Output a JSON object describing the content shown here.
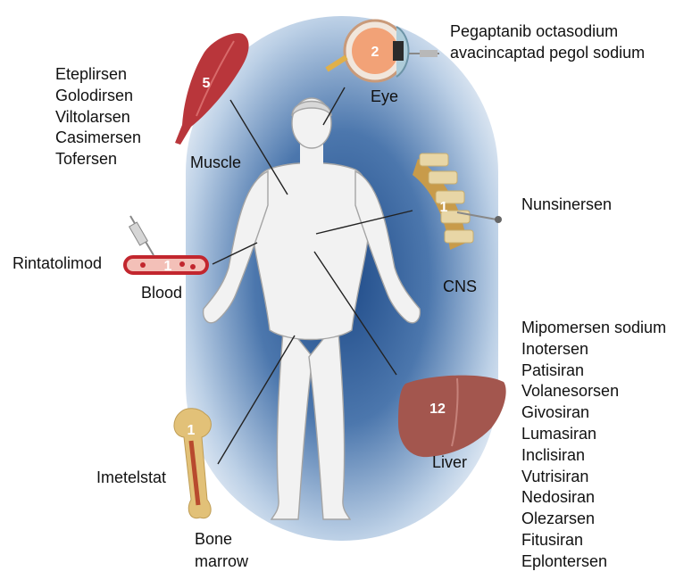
{
  "organs": {
    "eye": {
      "label": "Eye",
      "count": "2",
      "drugs": [
        "Pegaptanib octasodium",
        "avacincaptad pegol sodium"
      ]
    },
    "muscle": {
      "label": "Muscle",
      "count": "5",
      "drugs": [
        "Eteplirsen",
        "Golodirsen",
        "Viltolarsen",
        "Casimersen",
        "Tofersen"
      ]
    },
    "cns": {
      "label": "CNS",
      "count": "1",
      "drugs": [
        "Nunsinersen"
      ]
    },
    "blood": {
      "label": "Blood",
      "count": "1",
      "drugs": [
        "Rintatolimod"
      ]
    },
    "liver": {
      "label": "Liver",
      "count": "12",
      "drugs": [
        "Mipomersen sodium",
        "Inotersen",
        "Patisiran",
        "Volanesorsen",
        "Givosiran",
        "Lumasiran",
        "Inclisiran",
        "Vutrisiran",
        "Nedosiran",
        "Olezarsen",
        "Fitusiran",
        "Eplontersen"
      ]
    },
    "bone_marrow": {
      "label_line1": "Bone",
      "label_line2": "marrow",
      "count": "1",
      "drugs": [
        "Imetelstat"
      ]
    }
  },
  "colors": {
    "background_center": "#1f4f8e",
    "background_edge": "#f2f6fb",
    "body_fill": "#f1f1f1",
    "body_stroke": "#9a9a9a",
    "muscle": "#b8343a",
    "liver": "#a4574f",
    "bone": "#e2c178",
    "blood_vessel": "#c2262e",
    "eye_iris": "#e07b4f",
    "spine": "#e9d7a8",
    "connector": "#222222"
  }
}
